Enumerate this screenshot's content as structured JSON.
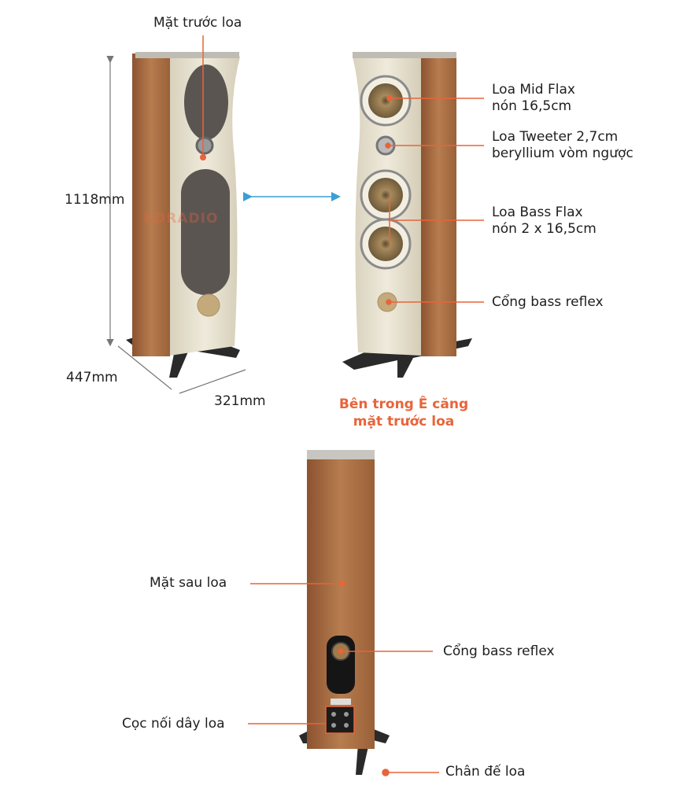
{
  "front_view": {
    "top_label": "Mặt trước loa",
    "dimensions": {
      "height": "1118mm",
      "depth": "447mm",
      "width": "321mm"
    },
    "watermark": "KDRADIO"
  },
  "inner_view": {
    "labels": [
      {
        "line1": "Loa Mid Flax",
        "line2": "nón 16,5cm"
      },
      {
        "line1": "Loa Tweeter 2,7cm",
        "line2": "beryllium vòm ngược"
      },
      {
        "line1": "Loa Bass Flax",
        "line2": "nón 2 x 16,5cm"
      },
      {
        "line1": "Cổng bass reflex",
        "line2": ""
      }
    ],
    "caption_line1": "Bên trong Ê căng",
    "caption_line2": "mặt trước loa"
  },
  "rear_view": {
    "labels": {
      "back": "Mặt sau loa",
      "port": "Cổng bass reflex",
      "terminals": "Cọc nối dây loa",
      "feet": "Chân đế loa"
    }
  },
  "colors": {
    "accent": "#e8643a",
    "wood": "#a86e43",
    "cream": "#e6e0cf",
    "arrow": "#3a9fd6"
  }
}
